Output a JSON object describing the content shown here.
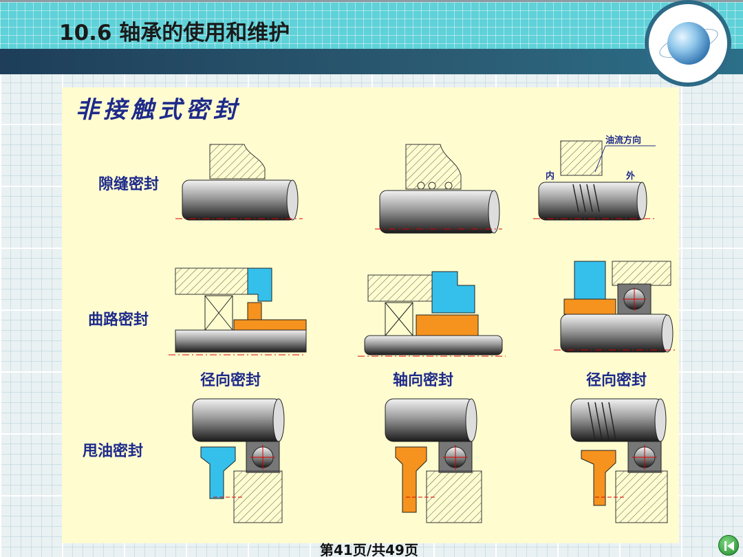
{
  "header": {
    "title": "10.6 轴承的使用和维护"
  },
  "panel": {
    "title": "非接触式密封",
    "rows": [
      {
        "label": "隙缝密封"
      },
      {
        "label": "曲路密封"
      },
      {
        "label": "甩油密封"
      }
    ],
    "column_labels": [
      "径向密封",
      "轴向密封",
      "径向密封"
    ],
    "annotations": {
      "oil_flow": "油流方向",
      "inner": "内",
      "outer": "外"
    }
  },
  "footer": {
    "page_indicator": "第41页/共49页"
  },
  "icons": {
    "nav_button": "first-page-icon",
    "globe": "globe-icon"
  },
  "colors": {
    "title_band": "#5fd1d8",
    "dark_band": "#1e3e59",
    "panel_bg": "#fffdd0",
    "label_text": "#1e2a8a",
    "seal_blue": "#35c0ec",
    "seal_orange": "#f5931e"
  }
}
